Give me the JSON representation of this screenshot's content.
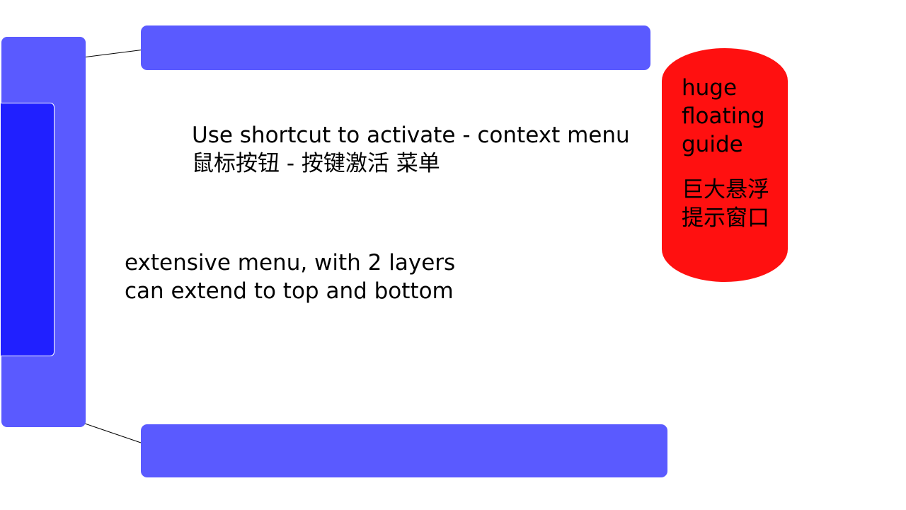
{
  "colors": {
    "menu_outer": "#5a5aff",
    "menu_inner": "#2020ff",
    "bars": "#5a5aff",
    "guide_bubble": "#ff1010",
    "text": "#000000",
    "background": "#ffffff"
  },
  "shortcut_text": {
    "line1": "Use shortcut to activate - context menu",
    "line2": "鼠标按钮 - 按键激活 菜单"
  },
  "menu_text": {
    "line1": "extensive menu, with 2 layers",
    "line2": "can extend to top and bottom"
  },
  "guide_text": {
    "en_line1": "huge",
    "en_line2": "floating",
    "en_line3": "guide",
    "zh_line1": "巨大悬浮",
    "zh_line2": "提示窗口"
  }
}
